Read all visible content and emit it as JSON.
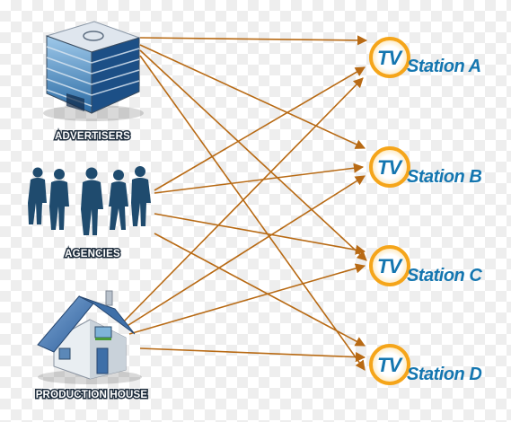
{
  "sources": [
    {
      "id": "advertisers",
      "label": "ADVERTISERS",
      "icon": "office-building-icon"
    },
    {
      "id": "agencies",
      "label": "AGENCIES",
      "icon": "business-people-icon"
    },
    {
      "id": "production",
      "label": "PRODUCTION HOUSE",
      "icon": "house-icon"
    }
  ],
  "stations": [
    {
      "id": "a",
      "tv": "TV",
      "label": "Station A"
    },
    {
      "id": "b",
      "tv": "TV",
      "label": "Station B"
    },
    {
      "id": "c",
      "tv": "TV",
      "label": "Station C"
    },
    {
      "id": "d",
      "tv": "TV",
      "label": "Station D"
    }
  ],
  "connections": [
    {
      "from": "advertisers",
      "to": "a"
    },
    {
      "from": "advertisers",
      "to": "b"
    },
    {
      "from": "advertisers",
      "to": "c"
    },
    {
      "from": "advertisers",
      "to": "d"
    },
    {
      "from": "agencies",
      "to": "a"
    },
    {
      "from": "agencies",
      "to": "b"
    },
    {
      "from": "agencies",
      "to": "c"
    },
    {
      "from": "agencies",
      "to": "d"
    },
    {
      "from": "production",
      "to": "a"
    },
    {
      "from": "production",
      "to": "b"
    },
    {
      "from": "production",
      "to": "c"
    },
    {
      "from": "production",
      "to": "d"
    }
  ],
  "colors": {
    "arrow": "#b86a14",
    "station_text": "#1476b0",
    "ring": "#f5a51a",
    "people": "#1f4b6e"
  }
}
